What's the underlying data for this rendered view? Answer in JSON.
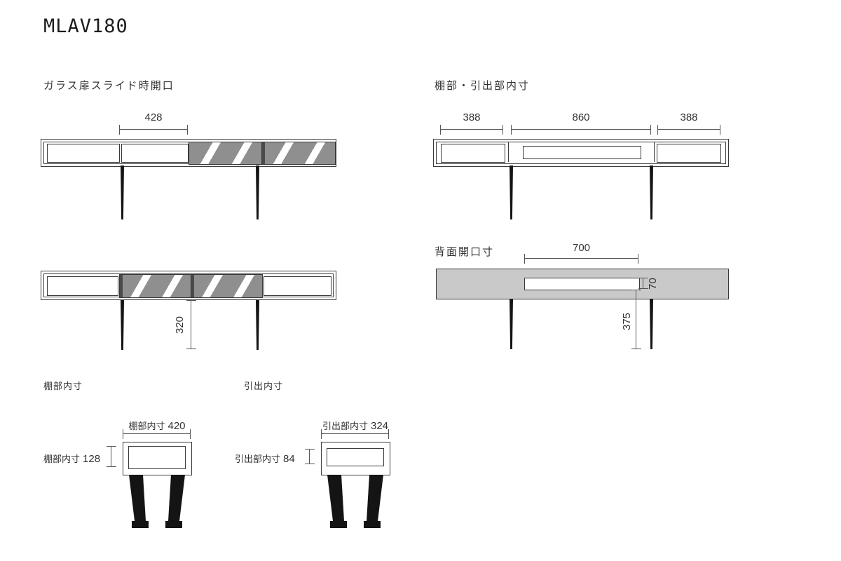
{
  "title": "MLAV180",
  "colors": {
    "line": "#3a3a3a",
    "dim_line": "#555555",
    "glass_gray": "#8f8f8f",
    "panel_gray": "#c9c9c9",
    "leg_black": "#141414",
    "text": "#333333"
  },
  "glass_slide": {
    "section_label": "ガラス扉スライド時開口",
    "opening_width": "428",
    "leg_height": "320"
  },
  "shelf_drawer": {
    "section_label": "棚部・引出部内寸",
    "dims": [
      "388",
      "860",
      "388"
    ]
  },
  "back_opening": {
    "section_label": "背面開口寸",
    "opening_width": "700",
    "opening_height": "70",
    "opening_floor_height": "375"
  },
  "shelf_detail": {
    "section_label": "棚部内寸",
    "width_label": "棚部内寸",
    "width_value": "420",
    "height_label": "棚部内寸",
    "height_value": "128"
  },
  "drawer_detail": {
    "section_label": "引出内寸",
    "width_label": "引出部内寸",
    "width_value": "324",
    "height_label": "引出部内寸",
    "height_value": "84"
  }
}
